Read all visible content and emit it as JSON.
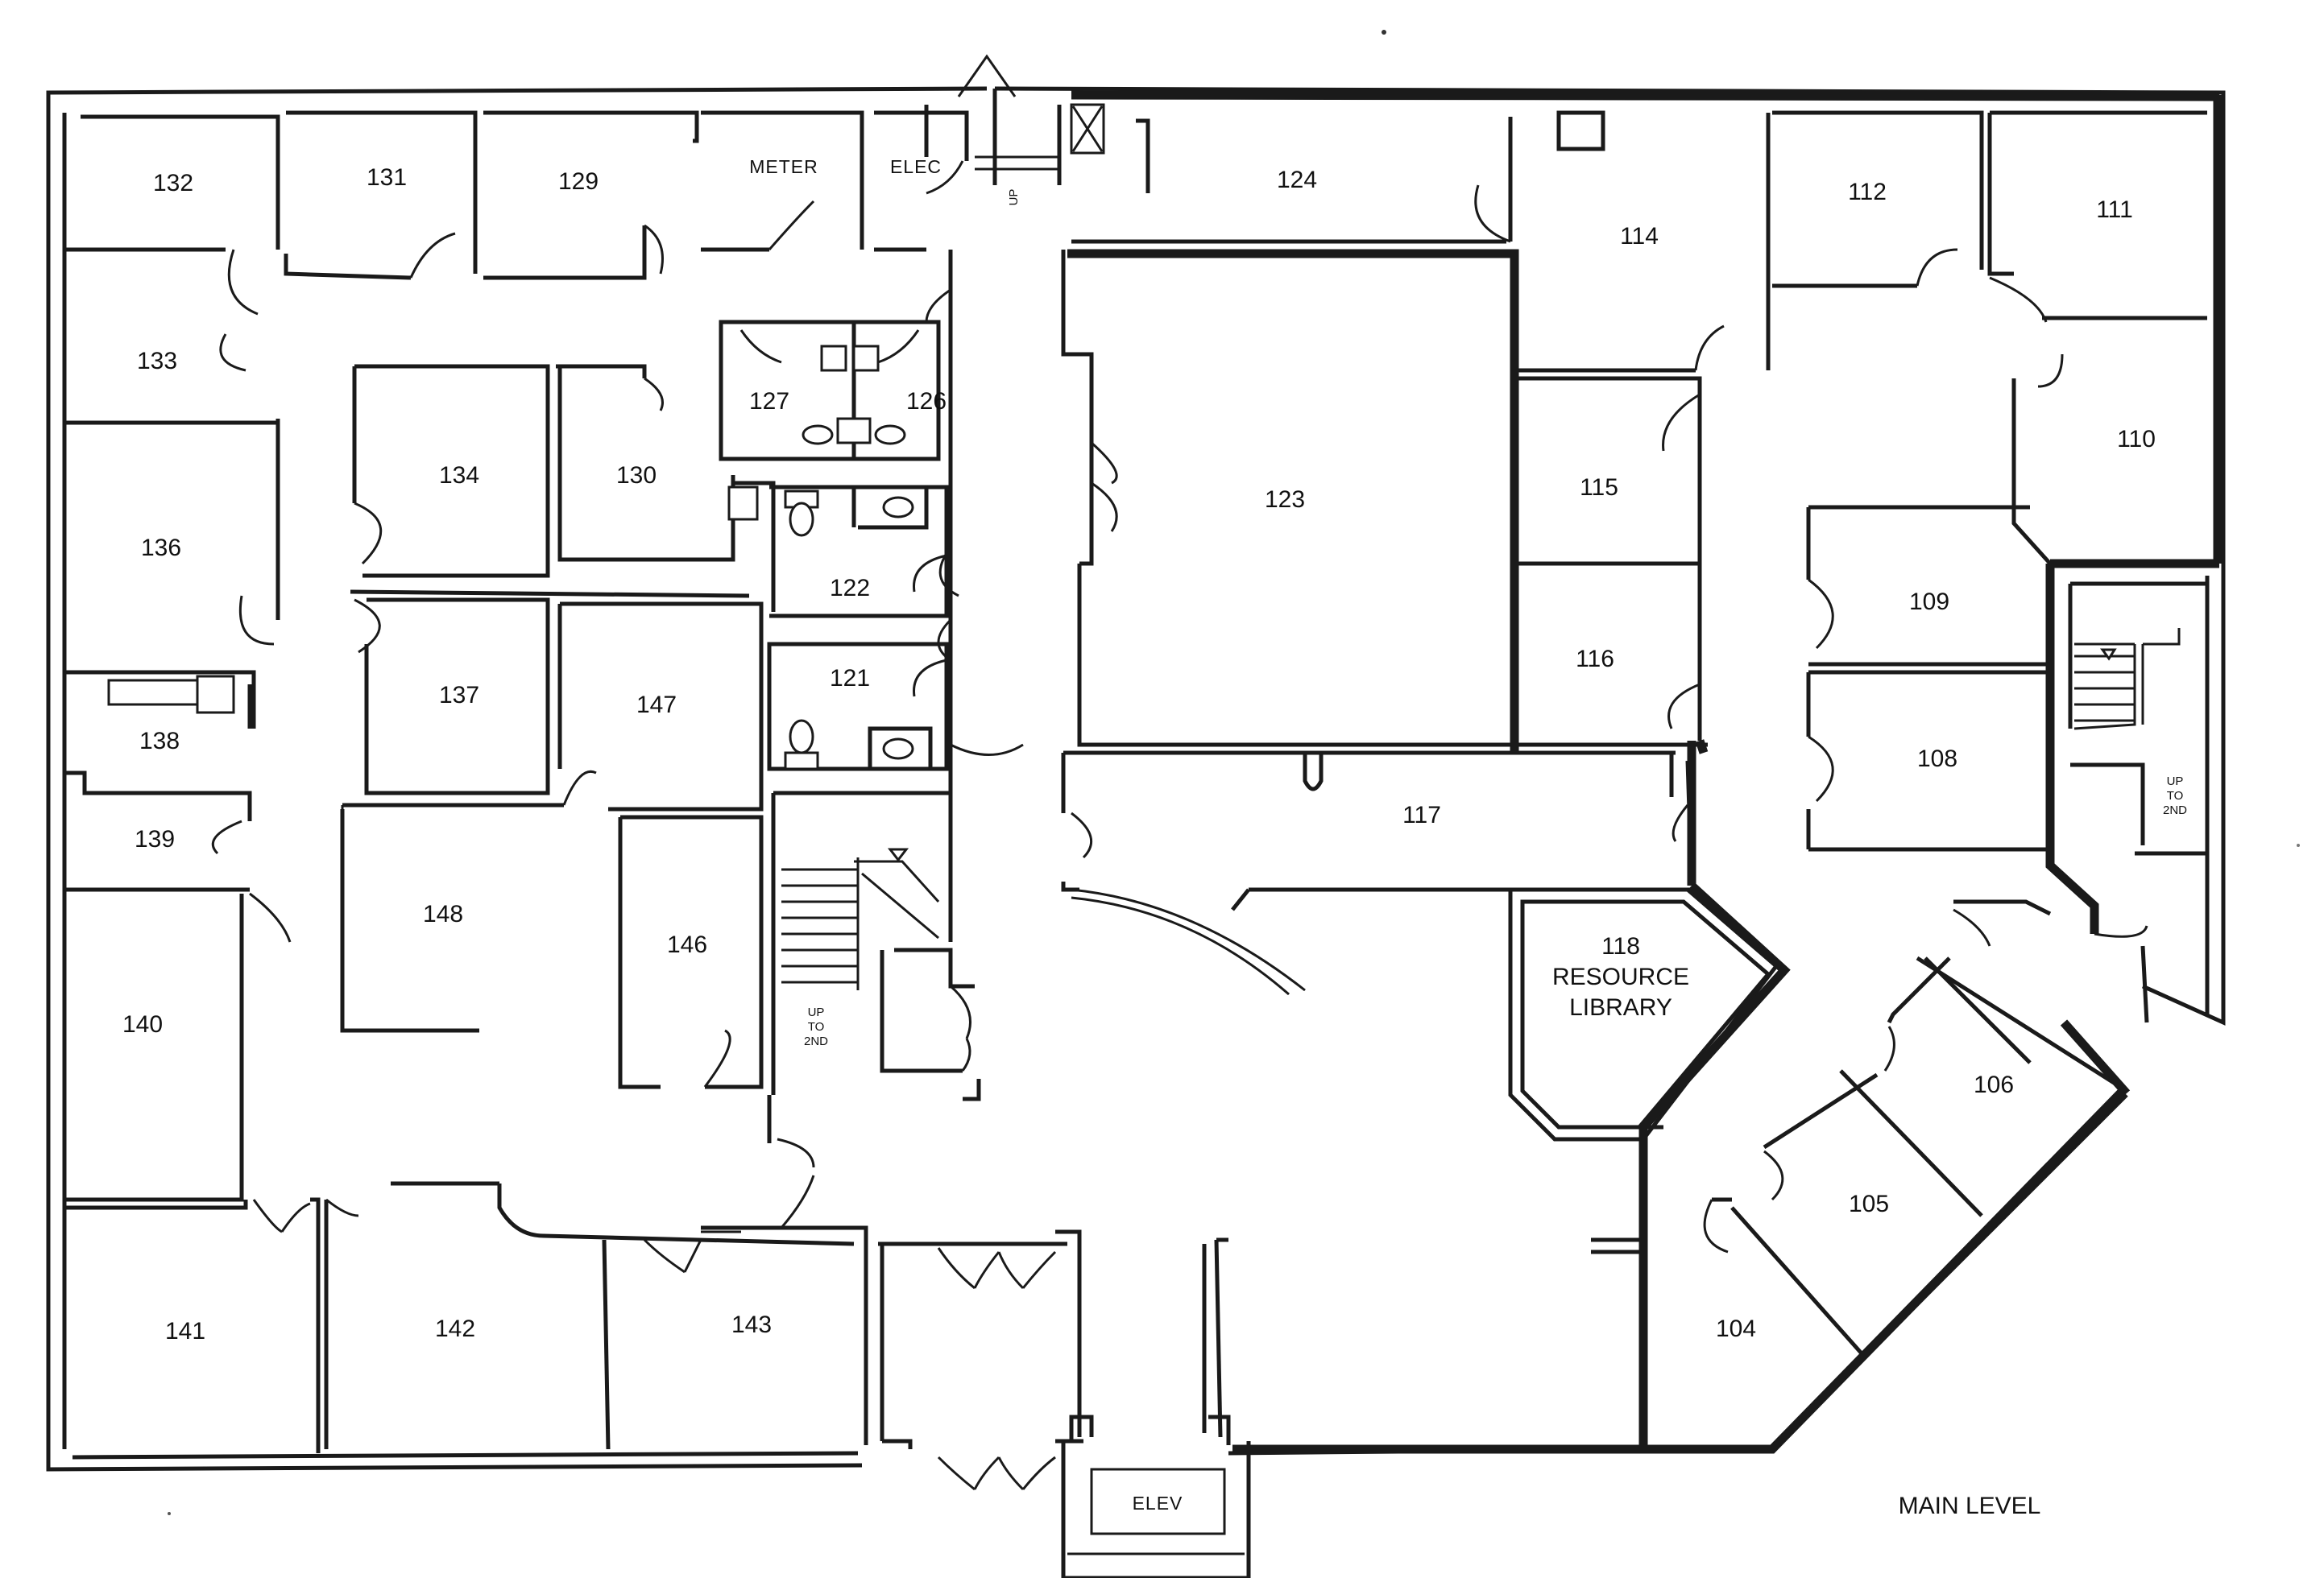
{
  "plan": {
    "title": "MAIN LEVEL"
  },
  "rooms": {
    "r132": "132",
    "r131": "131",
    "r129": "129",
    "meter": "METER",
    "elec": "ELEC",
    "up_small": "UP",
    "r124": "124",
    "r114": "114",
    "r112": "112",
    "r111": "111",
    "r133": "133",
    "r127": "127",
    "r126": "126",
    "r134": "134",
    "r130": "130",
    "r123": "123",
    "r115": "115",
    "r110": "110",
    "r136": "136",
    "r122": "122",
    "r109": "109",
    "r137": "137",
    "r147": "147",
    "r121": "121",
    "r116": "116",
    "r138": "138",
    "r108": "108",
    "r117": "117",
    "r139": "139",
    "r148": "148",
    "r146": "146",
    "r118_num": "118",
    "r118_line1": "RESOURCE",
    "r118_line2": "LIBRARY",
    "r140": "140",
    "r106": "106",
    "r105": "105",
    "r104": "104",
    "r141": "141",
    "r142": "142",
    "r143": "143",
    "elev": "ELEV"
  },
  "stairs": {
    "west": [
      "UP",
      "TO",
      "2ND"
    ],
    "east": [
      "UP",
      "TO",
      "2ND"
    ]
  }
}
